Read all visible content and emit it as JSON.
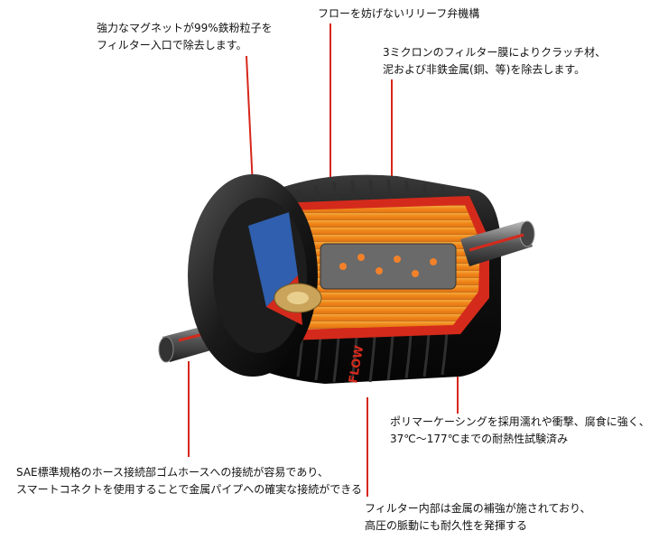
{
  "callouts": {
    "magnet": {
      "line1": "強力なマグネットが99%鉄粉粒子を",
      "line2": "フィルター入口で除去します。"
    },
    "relief_valve": {
      "line1": "フローを妨げないリリーフ弁機構"
    },
    "membrane": {
      "line1": "3ミクロンのフィルター膜によりクラッチ材、",
      "line2": "泥および非鉄金属(銅、等)を除去します。"
    },
    "coating": {
      "line1": "ポリマーケーシングを採用濡れや衝撃、腐食に強く、",
      "line2": "37℃〜177℃までの耐熱性試験済み"
    },
    "sae_fitting": {
      "line1": "SAE標準規格のホース接続部ゴムホースへの接続が容易であり、",
      "line2": "スマートコネクトを使用することで金属パイプへの確実な接続ができる"
    },
    "reinforcement": {
      "line1": "フィルター内部は金属の補強が施されており、",
      "line2": "高圧の脈動にも耐久性を発揮する"
    }
  },
  "product_label": "FLOW",
  "colors": {
    "leader_line": "#d7261b",
    "housing_cut": "#d42a1c",
    "filter_element": "#f29a2e",
    "housing_dark": "#1b1b1b",
    "magnet_blue": "#2f5fae",
    "brass": "#c9a45a"
  },
  "icons": {
    "filter": "cutaway-fuel-filter-illustration"
  }
}
